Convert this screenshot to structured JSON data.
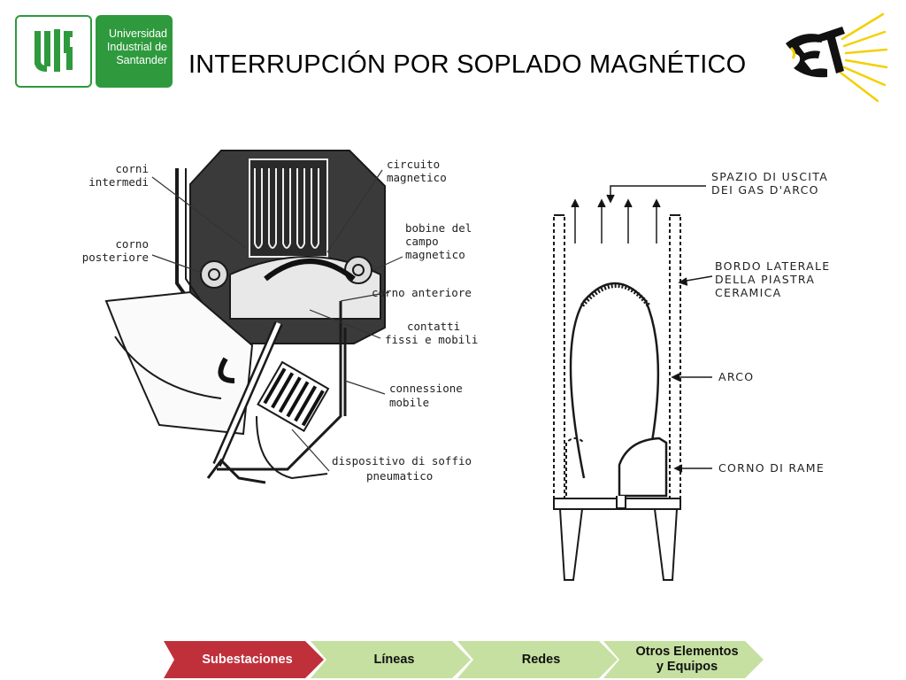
{
  "header": {
    "title": "INTERRUPCIÓN POR SOPLADO MAGNÉTICO",
    "logo_mark": "UIS",
    "logo_text": [
      "Universidad",
      "Industrial de",
      "Santander"
    ],
    "right_logo": "ET"
  },
  "figure": {
    "left_labels": {
      "corni_intermedi": [
        "corni",
        "intermedi"
      ],
      "corno_posteriore": [
        "corno",
        "posteriore"
      ],
      "circuito_magnetico": [
        "circuito",
        "magnetico"
      ],
      "bobine": [
        "bobine del",
        "campo",
        "magnetico"
      ],
      "corno_anteriore": "corno anteriore",
      "contatti": [
        "contatti",
        "fissi e mobili"
      ],
      "connessione": [
        "connessione",
        "mobile"
      ],
      "dispositivo": [
        "dispositivo di soffio",
        "pneumatico"
      ]
    },
    "right_labels": {
      "spazio": [
        "SPAZIO DI USCITA",
        "DEI GAS D'ARCO"
      ],
      "bordo": [
        "BORDO LATERALE",
        "DELLA PIASTRA",
        "CERAMICA"
      ],
      "arco": "ARCO",
      "corno_rame": "CORNO DI RAME"
    }
  },
  "nav": {
    "items": [
      {
        "label": "Subestaciones",
        "color": "#c0303b",
        "text_color": "#ffffff"
      },
      {
        "label": "Líneas",
        "color": "#c5e0a0",
        "text_color": "#111111"
      },
      {
        "label": "Redes",
        "color": "#c5e0a0",
        "text_color": "#111111"
      },
      {
        "label_lines": [
          "Otros Elementos",
          "y Equipos"
        ],
        "color": "#c5e0a0",
        "text_color": "#111111"
      }
    ]
  },
  "colors": {
    "brand_green": "#2e9a3d",
    "et_yellow": "#f4d000",
    "nav_red": "#c0303b",
    "nav_green": "#c5e0a0"
  }
}
